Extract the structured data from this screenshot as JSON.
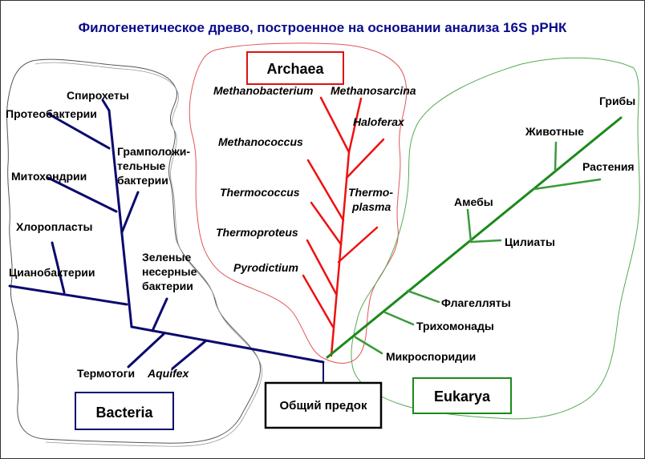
{
  "title": "Филогенетическое древо, построенное на основании анализа 16S рРНК",
  "domains": {
    "archaea": "Archaea",
    "bacteria": "Bacteria",
    "eukarya": "Eukarya"
  },
  "root_label": "Общий предок",
  "bacteria_taxa": {
    "spirochetes": "Спирохеты",
    "proteobacteria": "Протеобактерии",
    "gram_positive_1": "Грамположи-",
    "gram_positive_2": "тельные",
    "gram_positive_3": "бактерии",
    "mitochondria": "Митохондрии",
    "chloroplasts": "Хлоропласты",
    "cyanobacteria": "Цианобактерии",
    "green_nonsulfur_1": "Зеленые",
    "green_nonsulfur_2": "несерные",
    "green_nonsulfur_3": "бактерии",
    "thermotogae": "Термотоги",
    "aquifex": "Aquifex"
  },
  "archaea_taxa": {
    "methanobacterium": "Methanobacterium",
    "methanosarcina": "Methanosarcina",
    "haloferax": "Haloferax",
    "methanococcus": "Methanococcus",
    "thermococcus": "Thermococcus",
    "thermoplasma_1": "Thermo-",
    "thermoplasma_2": "plasma",
    "thermoproteus": "Thermoproteus",
    "pyrodictium": "Pyrodictium"
  },
  "eukarya_taxa": {
    "fungi": "Грибы",
    "animals": "Животные",
    "plants": "Растения",
    "amoebae": "Амебы",
    "ciliates": "Цилиаты",
    "flagellates": "Флагелляты",
    "trichomonads": "Трихомонады",
    "microsporidia": "Микроспоридии"
  },
  "colors": {
    "bacteria_branch": "#0a0a6e",
    "archaea_branch": "#ee1111",
    "eukarya_branch": "#1a8a1a",
    "title_text": "#0a0a8c"
  }
}
